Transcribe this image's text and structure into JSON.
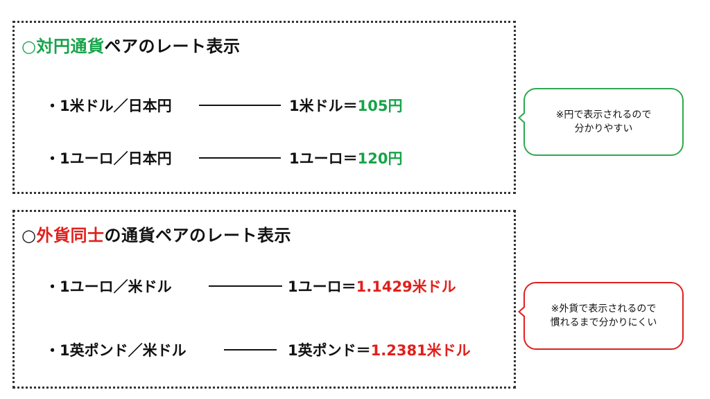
{
  "sections": [
    {
      "heading_prefix": "○",
      "heading_highlight": "対円通貨",
      "heading_suffix": "ペアのレート表示",
      "highlight_color": "#17a34a",
      "rows": [
        {
          "pair": "・1米ドル／日本円",
          "rate_prefix": "1米ドル＝",
          "rate_value": "105円"
        },
        {
          "pair": "・1ユーロ／日本円",
          "rate_prefix": "1ユーロ＝",
          "rate_value": "120円"
        }
      ],
      "note": {
        "line1": "※円で表示されるので",
        "line2": "分かりやすい",
        "border_color": "#2fa84f"
      }
    },
    {
      "heading_prefix": "○",
      "heading_highlight": "外貨同士",
      "heading_suffix": "の通貨ペアのレート表示",
      "highlight_color": "#e0201b",
      "rows": [
        {
          "pair": "・1ユーロ／米ドル",
          "rate_prefix": "1ユーロ＝",
          "rate_value": "1.1429米ドル"
        },
        {
          "pair": "・1英ポンド／米ドル",
          "rate_prefix": "1英ポンド＝",
          "rate_value": "1.2381米ドル"
        }
      ],
      "note": {
        "line1": "※外貨で表示されるので",
        "line2": "慣れるまで分かりにくい",
        "border_color": "#e0201b"
      }
    }
  ]
}
